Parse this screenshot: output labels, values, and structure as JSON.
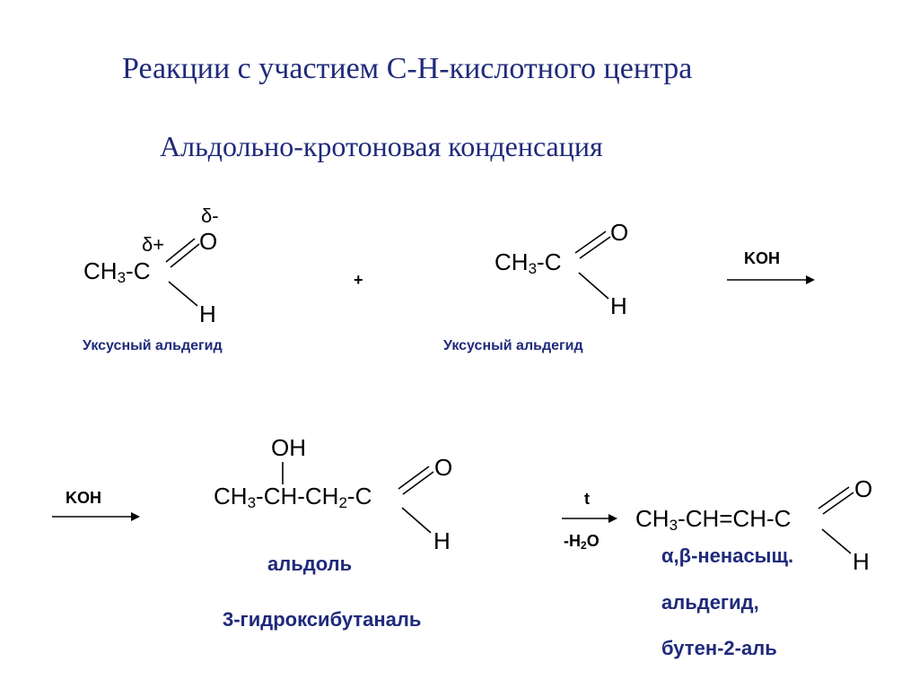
{
  "slide": {
    "title": "Реакции с участием С-Н-кислотного центра",
    "subtitle": "Альдольно-кротоновая конденсация"
  },
  "reaction1": {
    "reactant1": {
      "delta_minus": "δ-",
      "delta_plus": "δ+",
      "formula_left": "CH",
      "formula_sub": "3",
      "formula_right": "-C",
      "oxygen": "O",
      "hydrogen": "H",
      "name": "Уксусный альдегид"
    },
    "plus": "+",
    "reactant2": {
      "formula_left": "CH",
      "formula_sub": "3",
      "formula_right": "-C",
      "oxygen": "O",
      "hydrogen": "H",
      "name": "Уксусный альдегид"
    },
    "catalyst": "KOH"
  },
  "reaction2": {
    "catalyst": "KOH",
    "aldol": {
      "hydroxyl": "OH",
      "part1": "CH",
      "sub1": "3",
      "part2": "-CH-CH",
      "sub2": "2",
      "part3": "-C",
      "oxygen": "O",
      "hydrogen": "H",
      "name": "альдоль",
      "iupac_name": "3-гидроксибутаналь"
    },
    "condition_top": "t",
    "condition_bottom_left": "-H",
    "condition_bottom_sub": "2",
    "condition_bottom_right": "O",
    "product": {
      "part1": "CH",
      "sub1": "3",
      "part2": "-CH=CH-C",
      "oxygen": "O",
      "hydrogen": "H",
      "name_line1": "α,β-ненасыщ.",
      "name_line2": "альдегид,",
      "name_line3": "бутен-2-аль"
    }
  },
  "colors": {
    "title": "#1f2a7a",
    "label": "#1f2a7a",
    "formula": "#000000"
  }
}
